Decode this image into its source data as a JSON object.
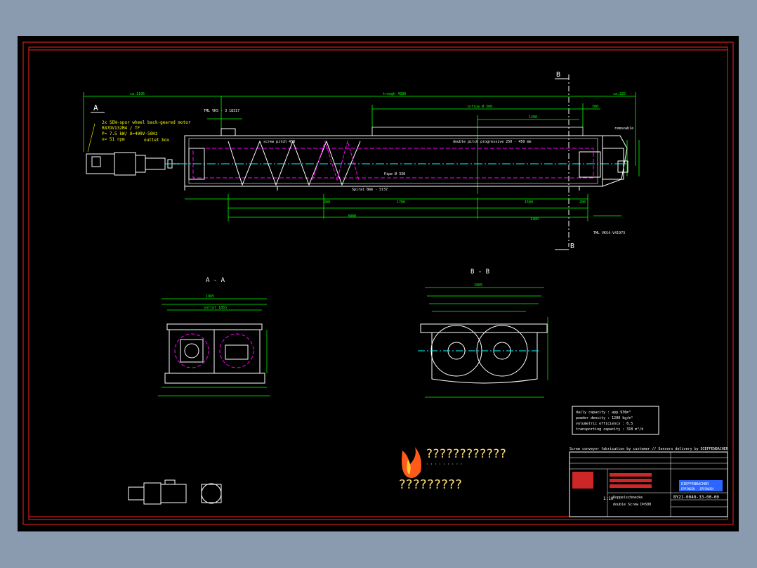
{
  "colors": {
    "frame": "#ff2020",
    "dimension": "#00ff00",
    "outline": "#ffffff",
    "hidden": "#ff00ff",
    "center": "#00ffff",
    "note": "#ffff00",
    "title_blue": "#2a66ff"
  },
  "labels": {
    "section_a": "A",
    "section_b": "B",
    "view_aa": "A - A",
    "view_bb": "B - B",
    "motor_line1": "2x SEW-spur wheel back-geared motor",
    "motor_line2": "R87DV132M4 / TF",
    "motor_line3": "P= 7.5 kW/ U=400V-50Hz",
    "motor_line4": "n= 51 rpm",
    "motor_line5": "outlet box",
    "trough": "trough 4980",
    "inflow": "inflow Ø 560",
    "pitch_left": "screw pitch 450",
    "pitch_right": "double pitch progressive 250 - 450 mm",
    "pipe": "Pipe Ø 330",
    "spiral": "Spiral 8mm - St37",
    "removable": "removable",
    "top_label": "TML VKS - 3 18317",
    "bottom_label": "TML VKS4-V41973",
    "ca_left": "ca.1196",
    "ca_right": "ca.325",
    "dim_1200": "1200",
    "dim_700": "700",
    "dim_1700": "1700",
    "dim_1500": "1500",
    "dim_3000": "3000",
    "dim_280": "280",
    "dim_200": "200",
    "dim_1380": "1380",
    "outlet_1865": "outlet 1865",
    "dim_1965": "1965",
    "dim_1905": "1905",
    "note_spec1": "daily capacity : app.936m³",
    "note_spec2": "powder density : 1200 kg/m³",
    "note_spec3": "volumetric efficiency : 0.5",
    "note_spec4": "transporting capacity : 318 m³/h",
    "tb_header": "Screw conveyor fabrication by customer // Sensors delivery by DIEFFENBACHER",
    "tb_company1": "DIEFFENBACHER",
    "tb_company2": "EPPINGEN · EPPINGEN",
    "tb_scale": "1:10",
    "tb_title1": "Doppelschnecke",
    "tb_title2": "double Screw D=500",
    "tb_number": "BY21-0040-33-00-00",
    "logo_title": "????????????",
    "logo_sub": "· · · · · · · · ·",
    "logo_bottom": "?????????"
  }
}
